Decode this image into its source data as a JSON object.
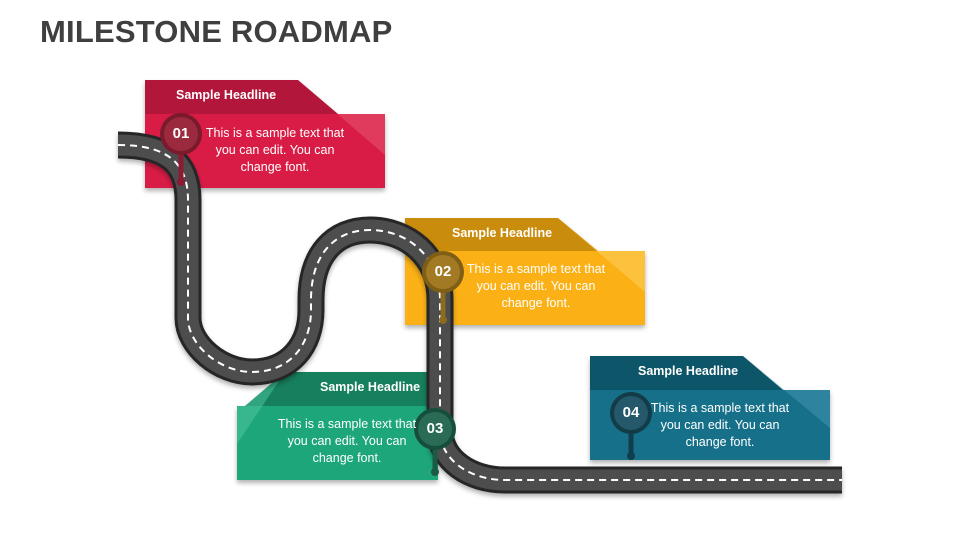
{
  "title": "MILESTONE ROADMAP",
  "colors": {
    "road": "#4d4d4d",
    "road_edge": "#262626",
    "m1": "#d81e45",
    "m1_dark": "#b3123a",
    "m2": "#fbb117",
    "m2_dark": "#c98c07",
    "m3": "#1fa67a",
    "m3_dark": "#137f5d",
    "m4": "#156f89",
    "m4_dark": "#0f5468"
  },
  "milestones": [
    {
      "number": "01",
      "headline": "Sample Headline",
      "text": "This is a sample text that you can edit. You can change font."
    },
    {
      "number": "02",
      "headline": "Sample Headline",
      "text": "This is a sample text that you can edit. You can change font."
    },
    {
      "number": "03",
      "headline": "Sample Headline",
      "text": "This is a sample text that you can edit. You can change font."
    },
    {
      "number": "04",
      "headline": "Sample Headline",
      "text": "This is a sample text that you can edit. You can change font."
    }
  ]
}
